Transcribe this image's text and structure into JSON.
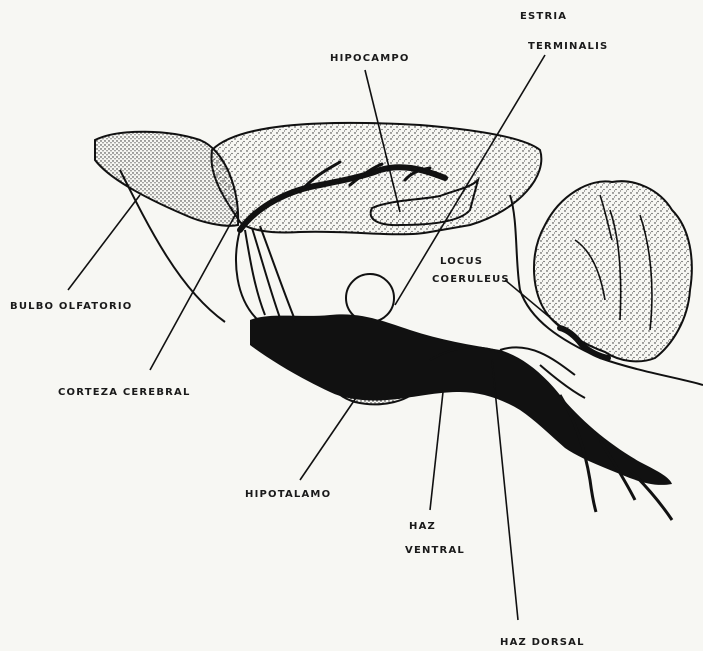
{
  "labels": {
    "estria_l1": "ESTRIA",
    "estria_l2": "TERMINALIS",
    "hipocampo": "HIPOCAMPO",
    "locus_l1": "LOCUS",
    "locus_l2": "COERULEUS",
    "bulbo": "BULBO OLFATORIO",
    "corteza": "CORTEZA CEREBRAL",
    "hipotalamo": "HIPOTALAMO",
    "haz_ventral_l1": "HAZ",
    "haz_ventral_l2": "VENTRAL",
    "haz_dorsal": "HAZ DORSAL"
  },
  "colors": {
    "ink": "#111111",
    "paper": "#f7f7f3",
    "stipple": "#222222"
  }
}
